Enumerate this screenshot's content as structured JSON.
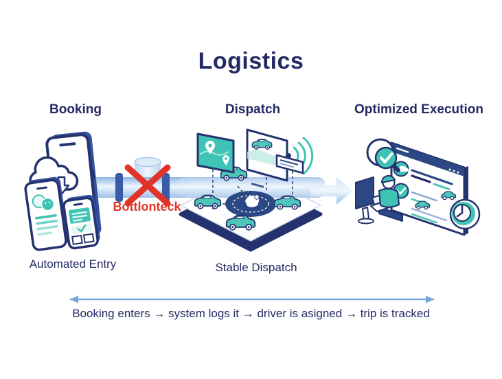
{
  "title": "Logistics",
  "sections": {
    "booking": {
      "heading": "Booking",
      "caption": "Automated Entry"
    },
    "dispatch": {
      "heading": "Dispatch",
      "caption": "Stable Dispatch"
    },
    "execution": {
      "heading": "Optimized Execution"
    }
  },
  "bottleneck": {
    "label": "Bottlonteck"
  },
  "flow": {
    "text": "Booking enters → system logs it → driver is asigned  → trip is tracked"
  },
  "colors": {
    "heading_navy": "#232a63",
    "illustration_navy": "#24336e",
    "teal": "#3fc3b4",
    "alert_red": "#e13328",
    "pipe_blue": "#cfe3f6",
    "flange_blue": "#3a5ca8",
    "arrow_blue": "#a9c9ec",
    "timeline_blue": "#71a7da"
  },
  "icons": {
    "cloud_download": "☁↓",
    "red_x": "✕",
    "location_pin": "◉",
    "wifi_signal": "〕〕〕",
    "checkmark": "✓",
    "clock": "🕐",
    "car": "🚗"
  }
}
